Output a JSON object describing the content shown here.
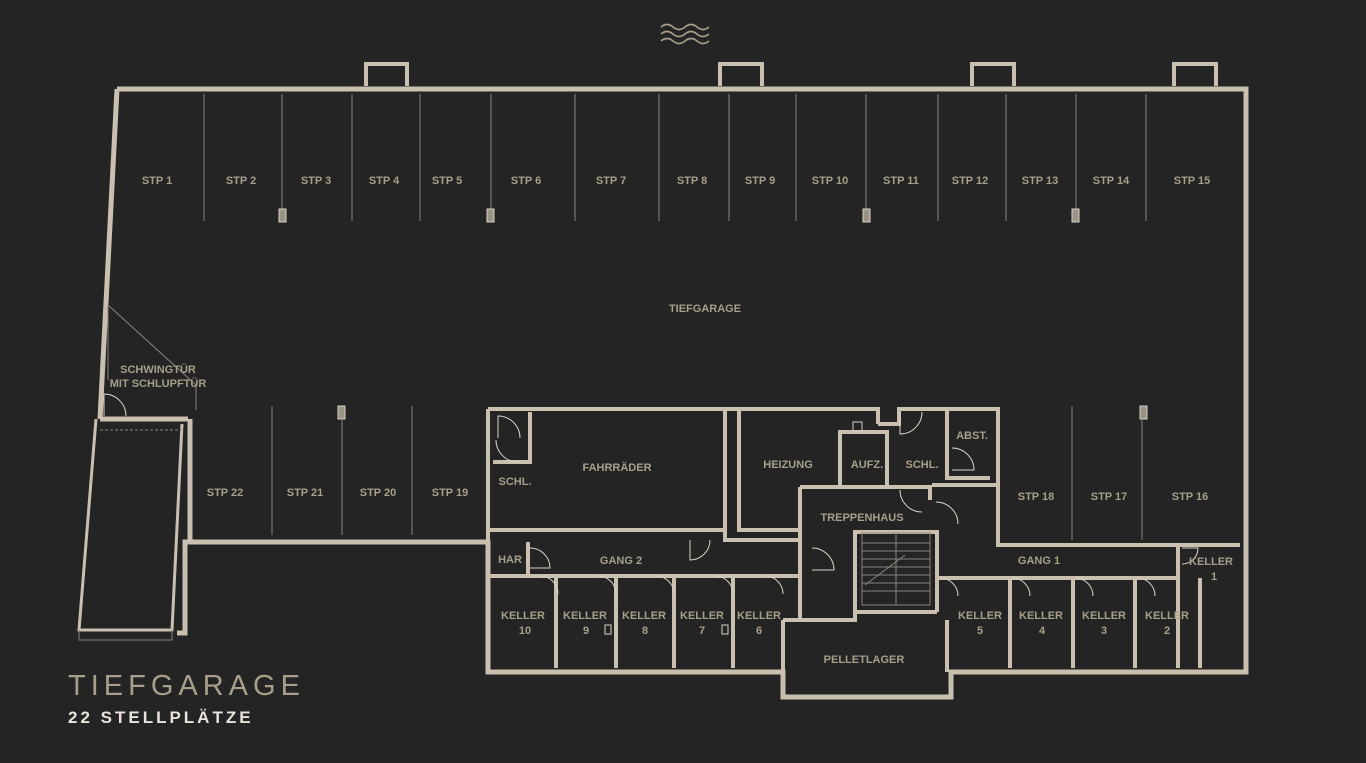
{
  "legend": {
    "title": "TIEFGARAGE",
    "subtitle": "22 STELLPLÄTZE"
  },
  "icon": "waves-icon",
  "colors": {
    "background": "#242424",
    "wall": "#c9c0b0",
    "label": "#a89f8a",
    "subtitle": "#e8e4dc"
  },
  "rooms": {
    "tiefgarage": "TIEFGARAGE",
    "schwingtuer_1": "SCHWINGTÜR",
    "schwingtuer_2": "MIT SCHLUPFTÜR",
    "fahrraeder": "FAHRRÄDER",
    "heizung": "HEIZUNG",
    "aufz": "AUFZ.",
    "schl_1": "SCHL.",
    "schl_2": "SCHL.",
    "abst": "ABST.",
    "treppenhaus": "TREPPENHAUS",
    "har": "HAR",
    "gang2": "GANG 2",
    "gang1": "GANG 1",
    "pelletlager": "PELLETLAGER"
  },
  "stp_top": [
    "STP 1",
    "STP 2",
    "STP 3",
    "STP 4",
    "STP 5",
    "STP 6",
    "STP 7",
    "STP 8",
    "STP 9",
    "STP 10",
    "STP 11",
    "STP 12",
    "STP 13",
    "STP 14",
    "STP 15"
  ],
  "stp_bottom_left": [
    "STP 22",
    "STP 21",
    "STP 20",
    "STP 19"
  ],
  "stp_bottom_right": [
    "STP 18",
    "STP 17",
    "STP 16"
  ],
  "keller_word": "KELLER",
  "keller_numbers": {
    "k10": "10",
    "k9": "9",
    "k8": "8",
    "k7": "7",
    "k6": "6",
    "k5": "5",
    "k4": "4",
    "k3": "3",
    "k2": "2",
    "k1": "1"
  }
}
